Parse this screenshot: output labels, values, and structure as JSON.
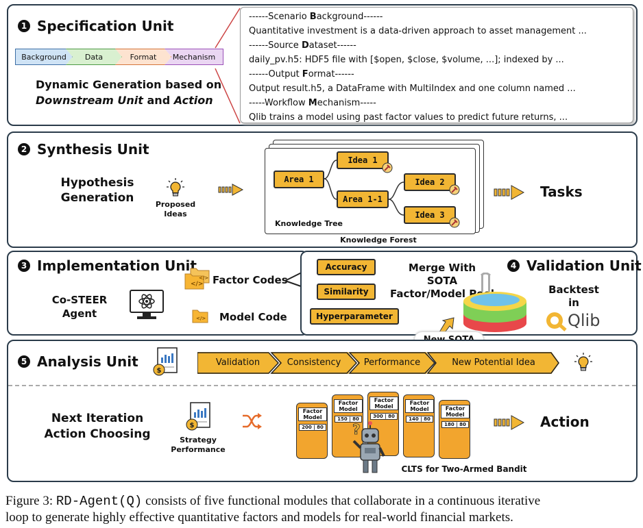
{
  "spec": {
    "num": "1",
    "title": "Specification Unit",
    "chevrons": [
      "Background",
      "Data",
      "Format",
      "Mechanism"
    ],
    "dynamic_line1": "Dynamic Generation based on",
    "dynamic_line2a": "Downstream Unit",
    "dynamic_line2b": "and",
    "dynamic_line2c": "Action",
    "lines": [
      {
        "pre": "------Scenario ",
        "b": "B",
        "post": "ackground------"
      },
      {
        "pre": "Quantitative investment is a data-driven approach to asset management ...",
        "b": "",
        "post": ""
      },
      {
        "pre": "------Source ",
        "b": "D",
        "post": "ataset------"
      },
      {
        "pre": "daily_pv.h5: HDF5 file with [$open, $close, $volume, ...]; indexed by ...",
        "b": "",
        "post": ""
      },
      {
        "pre": "------Output ",
        "b": "F",
        "post": "ormat------"
      },
      {
        "pre": "Output result.h5, a DataFrame with MultiIndex and one column named ...",
        "b": "",
        "post": ""
      },
      {
        "pre": "-----Workflow ",
        "b": "M",
        "post": "echanism-----"
      },
      {
        "pre": "Qlib trains a model using past factor values to predict future returns, ...",
        "b": "",
        "post": ""
      }
    ]
  },
  "synthesis": {
    "num": "2",
    "title": "Synthesis Unit",
    "hypothesis_line1": "Hypothesis",
    "hypothesis_line2": "Generation",
    "proposed_line1": "Proposed",
    "proposed_line2": "Ideas",
    "nodes": {
      "area1": "Area 1",
      "area11": "Area 1-1",
      "idea1": "Idea 1",
      "idea2": "Idea 2",
      "idea3": "Idea 3"
    },
    "knowledge_tree": "Knowledge Tree",
    "knowledge_forest": "Knowledge Forest",
    "tasks": "Tasks"
  },
  "implementation": {
    "num": "3",
    "title": "Implementation Unit",
    "agent_line1": "Co-STEER",
    "agent_line2": "Agent",
    "factor_codes": "Factor Codes",
    "model_code": "Model Code",
    "accuracy": "Accuracy",
    "similarity": "Similarity",
    "hyperparameter": "Hyperparameter"
  },
  "validation": {
    "num": "4",
    "title": "Validation Unit",
    "merge_line1": "Merge With",
    "merge_line2": "SOTA",
    "merge_line3": "Factor/Model Pool",
    "backtest_line1": "Backtest",
    "backtest_line2": "in",
    "qlib": "Qlib",
    "new_sota": "New SOTA"
  },
  "analysis": {
    "num": "5",
    "title": "Analysis Unit",
    "steps": [
      "Validation",
      "Consistency",
      "Performance",
      "New Potential Idea"
    ],
    "next_line1": "Next Iteration",
    "next_line2": "Action Choosing",
    "strategy_line1": "Strategy",
    "strategy_line2": "Performance",
    "action": "Action",
    "bandit_caption": "CLTS for Two-Armed Bandit",
    "machines": [
      {
        "l1": "Factor",
        "l2": "Model",
        "score": "200 | 80"
      },
      {
        "l1": "Factor",
        "l2": "Model",
        "score": "150 | 80"
      },
      {
        "l1": "Factor",
        "l2": "Model",
        "score": "300 | 80"
      },
      {
        "l1": "Factor",
        "l2": "Model",
        "score": "140 | 80"
      },
      {
        "l1": "Factor",
        "l2": "Model",
        "score": "180 | 80"
      }
    ]
  },
  "caption": {
    "prefix": "Figure 3: ",
    "mono": "RD-Agent(Q)",
    "rest1": " consists of five functional modules that collaborate in a continuous iterative",
    "line2": "loop to generate highly effective quantitative factors and models for real-world financial markets."
  },
  "colors": {
    "yellow": "#f2b634",
    "border": "#2a3b4a",
    "chev_background": "#cfe3f5",
    "chev_data": "#d9f0d0",
    "chev_format": "#fde3d0",
    "chev_mechanism": "#ead6f2"
  }
}
